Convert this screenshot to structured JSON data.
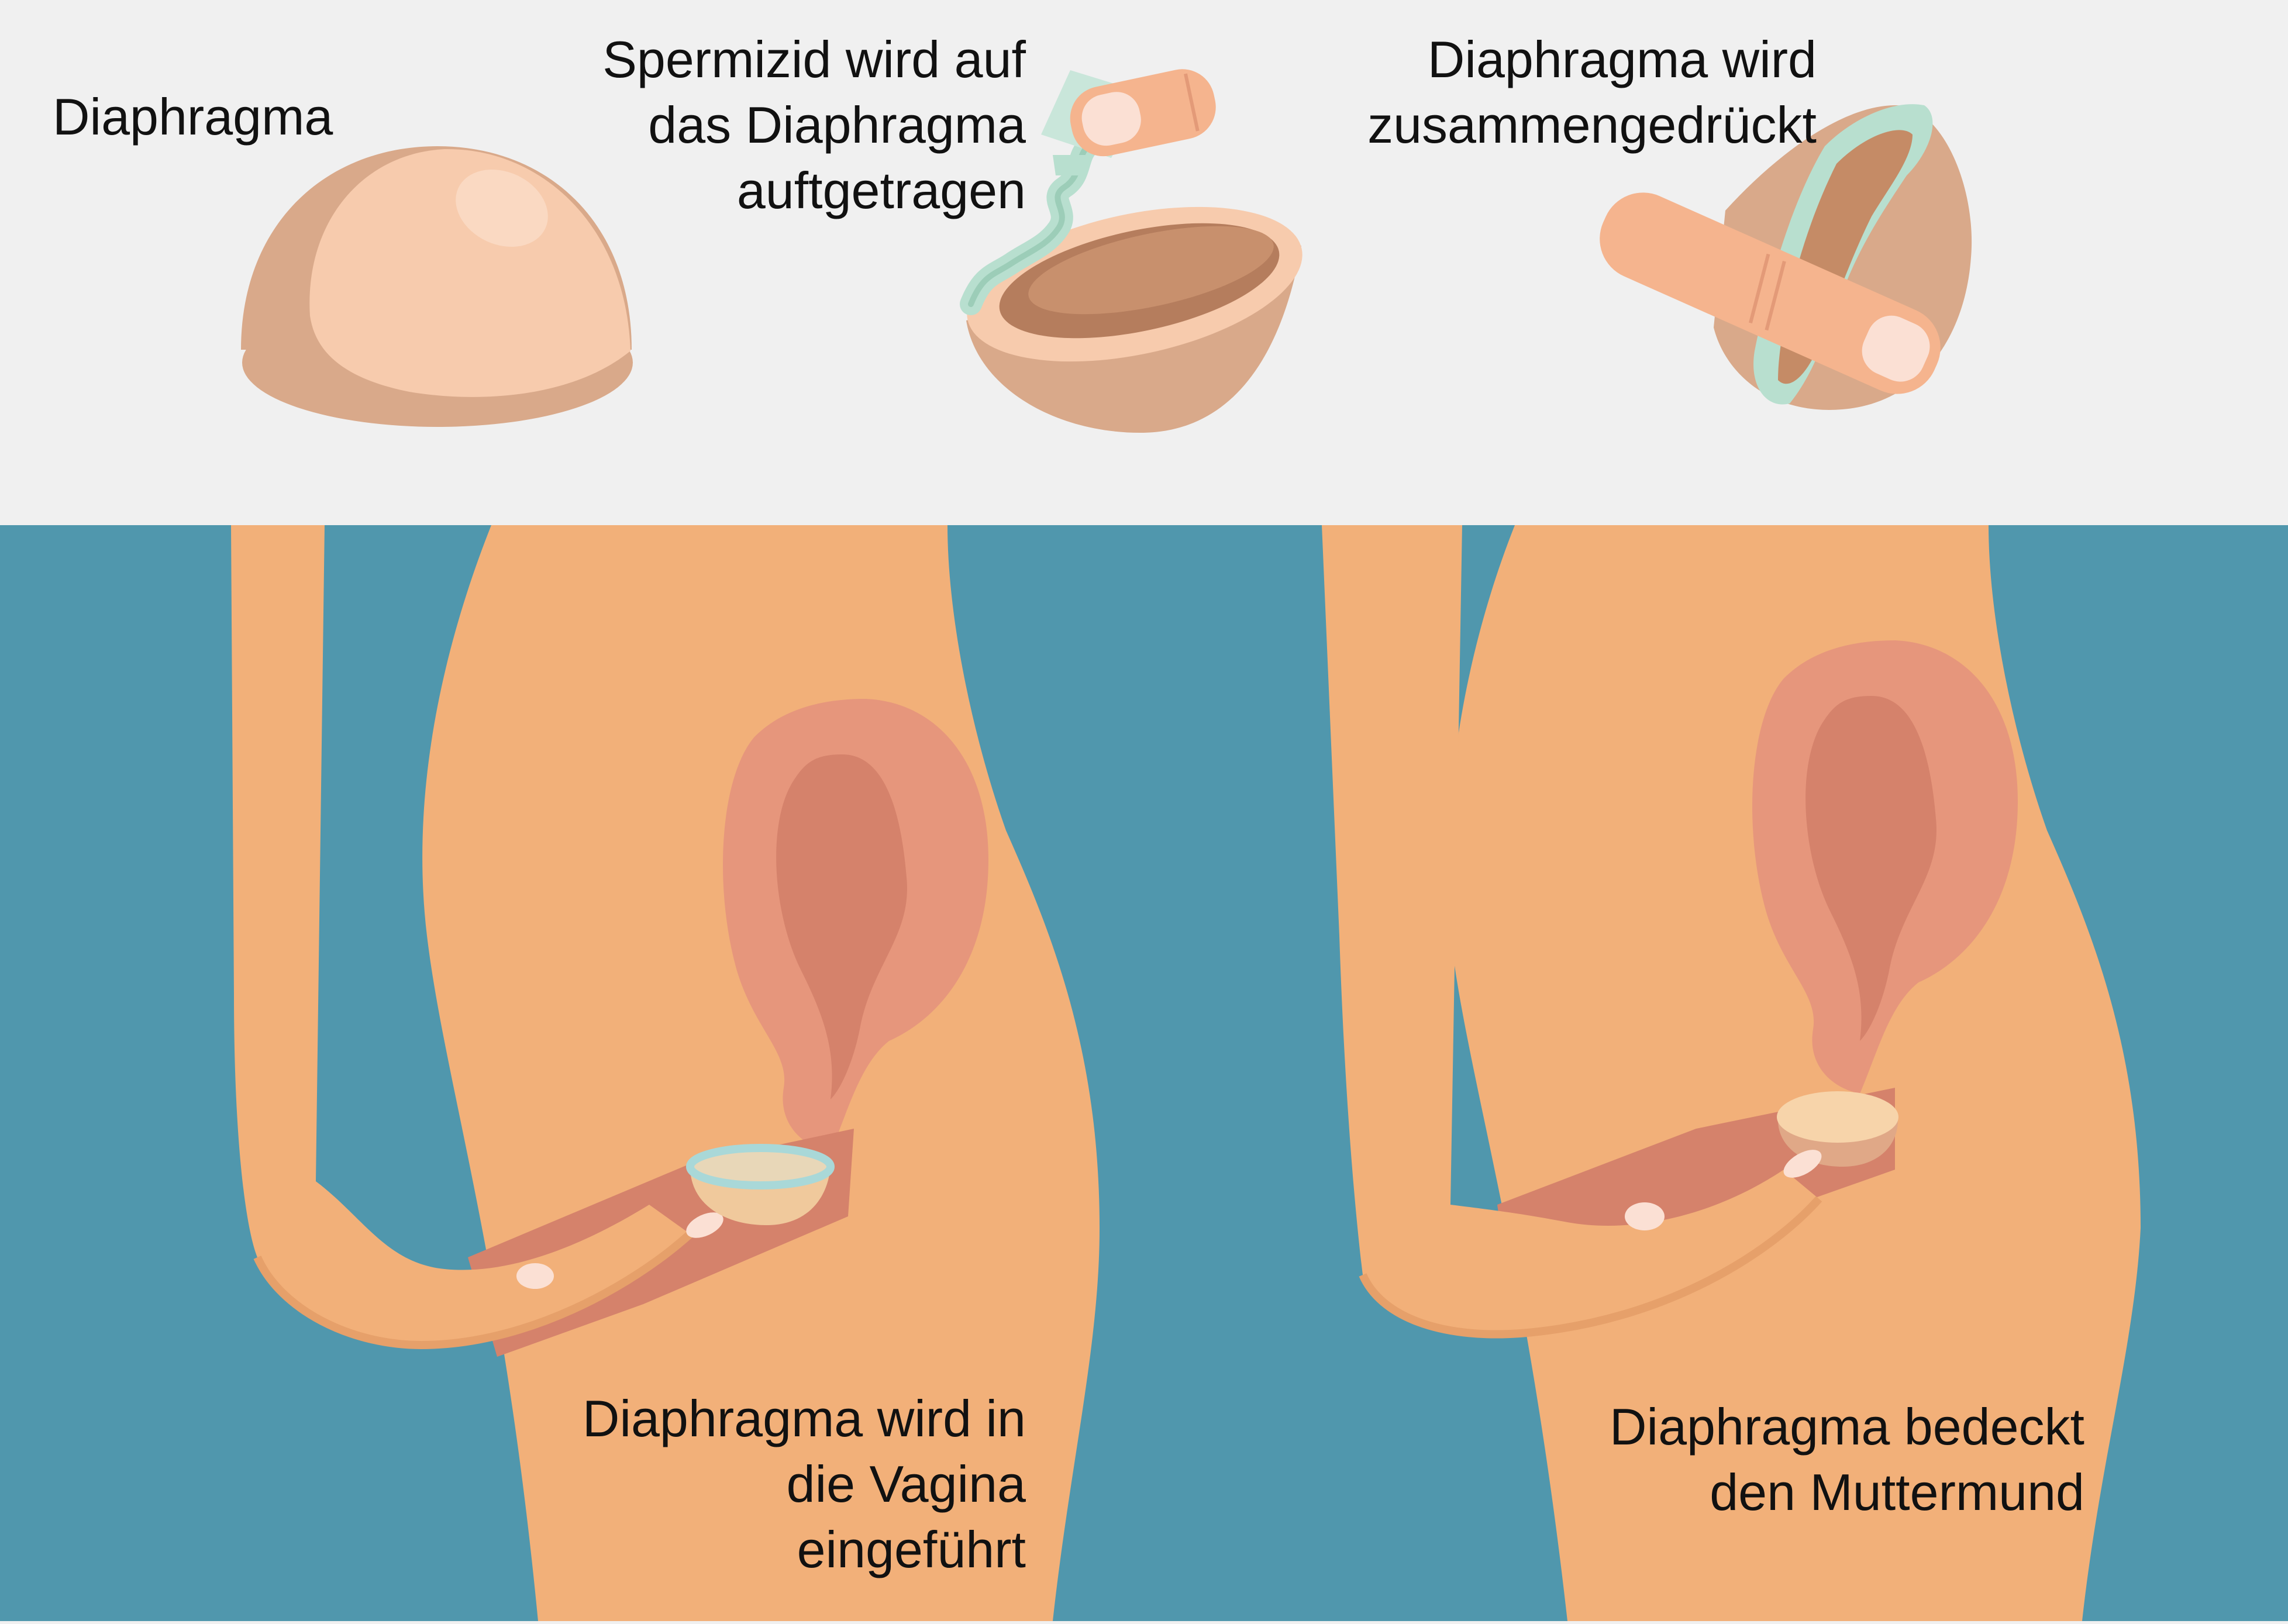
{
  "colors": {
    "top_background": "#f0f0f0",
    "bottom_background": "#5097ad",
    "skin": "#f2b079",
    "skin_dark": "#e6a06a",
    "uterus_outer": "#e6967c",
    "uterus_inner": "#d5826b",
    "diaphragm_light": "#f7cbad",
    "diaphragm_dark": "#d9a98a",
    "spermicide": "#b8dfcf"
  },
  "steps": [
    {
      "id": "diaphragma",
      "lines": [
        "Diaphragma"
      ]
    },
    {
      "id": "spermizid",
      "lines": [
        "Spermizid wird auf",
        "das Diaphragma",
        "auftgetragen"
      ]
    },
    {
      "id": "zusammengedrueckt",
      "lines": [
        "Diaphragma wird",
        "zusammengedrückt"
      ]
    },
    {
      "id": "eingefuehrt",
      "lines": [
        "Diaphragma wird in",
        "die Vagina",
        "eingeführt"
      ]
    },
    {
      "id": "bedeckt",
      "lines": [
        "Diaphragma bedeckt",
        "den Muttermund"
      ]
    }
  ]
}
